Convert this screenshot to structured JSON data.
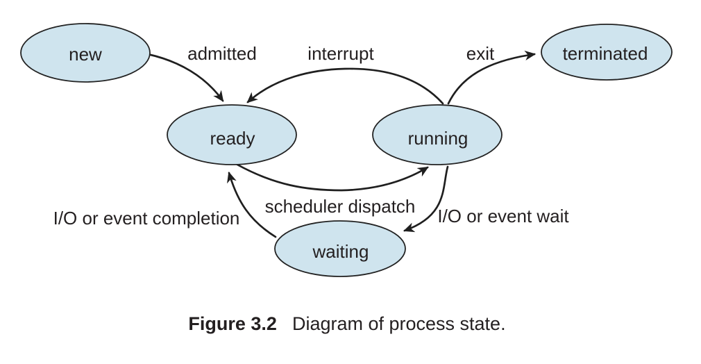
{
  "figure": {
    "caption_label": "Figure 3.2",
    "caption_text": "Diagram of process state."
  },
  "colors": {
    "background": "#ffffff",
    "state_fill": "#cfe4ee",
    "state_stroke": "#222222",
    "arrow": "#1f1f1f",
    "text": "#231f20"
  },
  "diagram": {
    "type": "state-diagram",
    "states": [
      {
        "id": "new",
        "label": "new"
      },
      {
        "id": "ready",
        "label": "ready"
      },
      {
        "id": "running",
        "label": "running"
      },
      {
        "id": "waiting",
        "label": "waiting"
      },
      {
        "id": "terminated",
        "label": "terminated"
      }
    ],
    "transitions": [
      {
        "from": "new",
        "to": "ready",
        "label": "admitted"
      },
      {
        "from": "running",
        "to": "ready",
        "label": "interrupt"
      },
      {
        "from": "running",
        "to": "terminated",
        "label": "exit"
      },
      {
        "from": "ready",
        "to": "running",
        "label": "scheduler dispatch"
      },
      {
        "from": "running",
        "to": "waiting",
        "label": "I/O or event wait"
      },
      {
        "from": "waiting",
        "to": "ready",
        "label": "I/O or event completion"
      }
    ]
  }
}
